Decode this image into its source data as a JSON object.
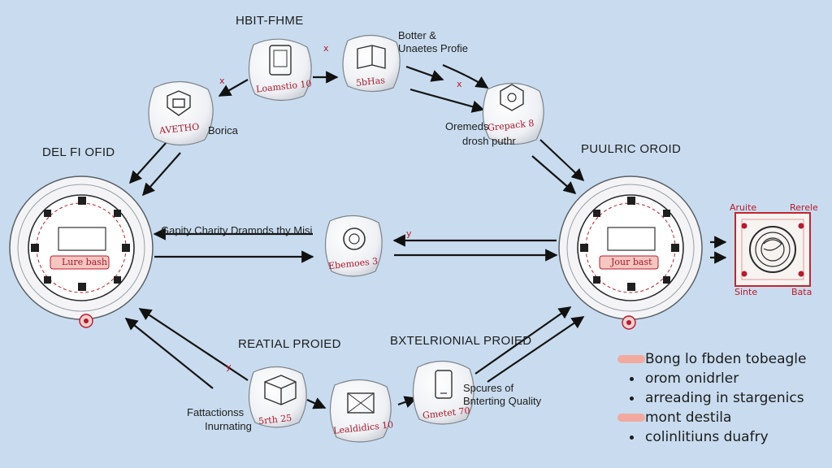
{
  "headers": {
    "top": "HBIT-FHME",
    "left": "DEL FI OFID",
    "right": "PUULRIC OROID",
    "bottom_left": "REATIAL PROIED",
    "bottom_right": "BXTELRIONIAL PROIED"
  },
  "nodes": {
    "top_left": {
      "tag": "AVETHO",
      "caption": "Borica"
    },
    "top_center": {
      "tag": "Loamstio 10"
    },
    "top_right": {
      "tag": "5bHas",
      "caption_line1": "Botter &",
      "caption_line2": "Unaetes Profie"
    },
    "right_upper": {
      "tag": "Grepack 8",
      "caption_line1": "Oremeds",
      "caption_line2": "drosh puthr"
    },
    "middle": {
      "tag": "Ebemoes 3",
      "caption": "Gapity Charity Dramnds thy Misi"
    },
    "bottom_left": {
      "tag": "5rth 25",
      "caption_line1": "Fattactionss",
      "caption_line2": "Inurnating"
    },
    "bottom_center": {
      "tag": "Lealdidics 10"
    },
    "bottom_right": {
      "tag": "Gmetet 70",
      "caption_line1": "Spcures of",
      "caption_line2": "Bnterting Quality"
    }
  },
  "wheels": {
    "left": {
      "label": "Lure bash"
    },
    "right": {
      "label": "Jour bast"
    }
  },
  "detail_panel": {
    "top_left": "Aruite",
    "top_right": "Rerele",
    "bottom_left": "Sinte",
    "bottom_right": "Bata"
  },
  "arrow_marks": {
    "top_center": "x",
    "top_left": "x",
    "top_right": "x",
    "middle": "y",
    "bottom_left": "y"
  },
  "legend": [
    {
      "marker": "blob",
      "text": "Bong lo fbden tobeagle"
    },
    {
      "marker": "dot",
      "text": "orom onidrler"
    },
    {
      "marker": "dot",
      "text": "arreading in stargenics"
    },
    {
      "marker": "blob",
      "text": "mont destila"
    },
    {
      "marker": "dot",
      "text": "colinlitiuns duafry"
    }
  ],
  "colors": {
    "background": "#c9dcef",
    "accent_red": "#b8192b",
    "marker_pink": "#f2a9a0",
    "node_fill": "#f4f4f6",
    "ink": "#1d1d1d"
  },
  "icons": {
    "top_left": "shield-badge-icon",
    "top_center": "tablet-icon",
    "top_right": "book-icon",
    "right_upper": "hexagon-gear-icon",
    "middle": "ring-icon",
    "bottom_left": "box-icon",
    "bottom_center": "crate-icon",
    "bottom_right": "phone-icon",
    "panel": "coiled-disc-icon"
  }
}
